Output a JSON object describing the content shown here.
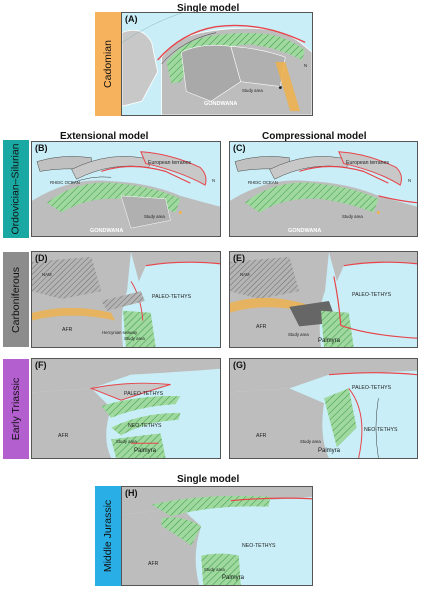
{
  "headers": {
    "top": "Single model",
    "extensional": "Extensional model",
    "compressional": "Compressional model",
    "bottom": "Single model"
  },
  "periods": [
    {
      "label": "Cadomian",
      "color": "#f7b25e"
    },
    {
      "label": "Ordovician–Silurian",
      "color": "#1aa9a2"
    },
    {
      "label": "Carboniferous",
      "color": "#8c8c8c"
    },
    {
      "label": "Early Triassic",
      "color": "#b45fd0"
    },
    {
      "label": "Middle Jurassic",
      "color": "#2aaee6"
    }
  ],
  "panels": {
    "A": {
      "letter": "(A)",
      "gondwana": "GONDWANA",
      "study": "Study area",
      "n": "N"
    },
    "B": {
      "letter": "(B)",
      "ocean": "RHEIC OCEAN",
      "terranes": "European terranes",
      "gondwana": "GONDWANA",
      "study": "Study area",
      "n": "N"
    },
    "C": {
      "letter": "(C)",
      "ocean": "RHEIC OCEAN",
      "terranes": "European terranes",
      "gondwana": "GONDWANA",
      "study": "Study area",
      "n": "N"
    },
    "D": {
      "letter": "(D)",
      "sea": "PALEO-TETHYS",
      "afr": "AFR",
      "nam": "NAM",
      "herc": "Hercynian seaway",
      "study": "Study area"
    },
    "E": {
      "letter": "(E)",
      "sea": "PALEO-TETHYS",
      "afr": "AFR",
      "nam": "NAM",
      "study": "Study area",
      "city": "Palmyra"
    },
    "F": {
      "letter": "(F)",
      "sea1": "PALEO-TETHYS",
      "sea2": "NEO-TETHYS",
      "afr": "AFR",
      "study": "Study area",
      "city": "Palmyra"
    },
    "G": {
      "letter": "(G)",
      "sea1": "PALEO-TETHYS",
      "sea2": "NEO-TETHYS",
      "afr": "AFR",
      "study": "Study area",
      "city": "Palmyra"
    },
    "H": {
      "letter": "(H)",
      "sea": "NEO-TETHYS",
      "afr": "AFR",
      "study": "Study area",
      "city": "Palmyra"
    }
  },
  "colors": {
    "ocean": "#c9eef7",
    "land": "#bdbdbd",
    "shelf": "#8fd08f",
    "arc": "#e8444a",
    "study": "#f0b24a"
  }
}
